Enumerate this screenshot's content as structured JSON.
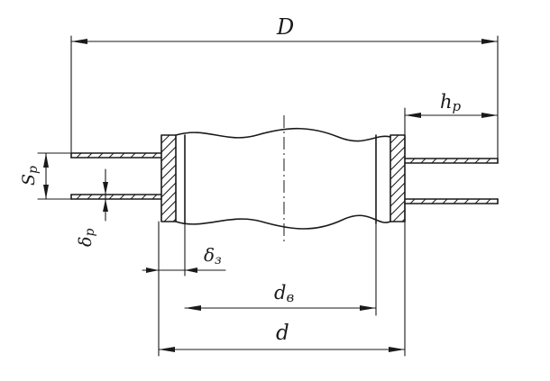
{
  "labels": {
    "D": {
      "main": "D",
      "sub": ""
    },
    "hp": {
      "main": "h",
      "sub": "p"
    },
    "sp": {
      "main": "S",
      "sub": "p"
    },
    "delta_p": {
      "main": "δ",
      "sub": "p"
    },
    "delta_3": {
      "main": "δ",
      "sub": "з"
    },
    "d_b": {
      "main": "d",
      "sub": "в"
    },
    "d": {
      "main": "d",
      "sub": ""
    }
  },
  "colors": {
    "ink": "#1a1a1a",
    "paper": "#ffffff"
  }
}
